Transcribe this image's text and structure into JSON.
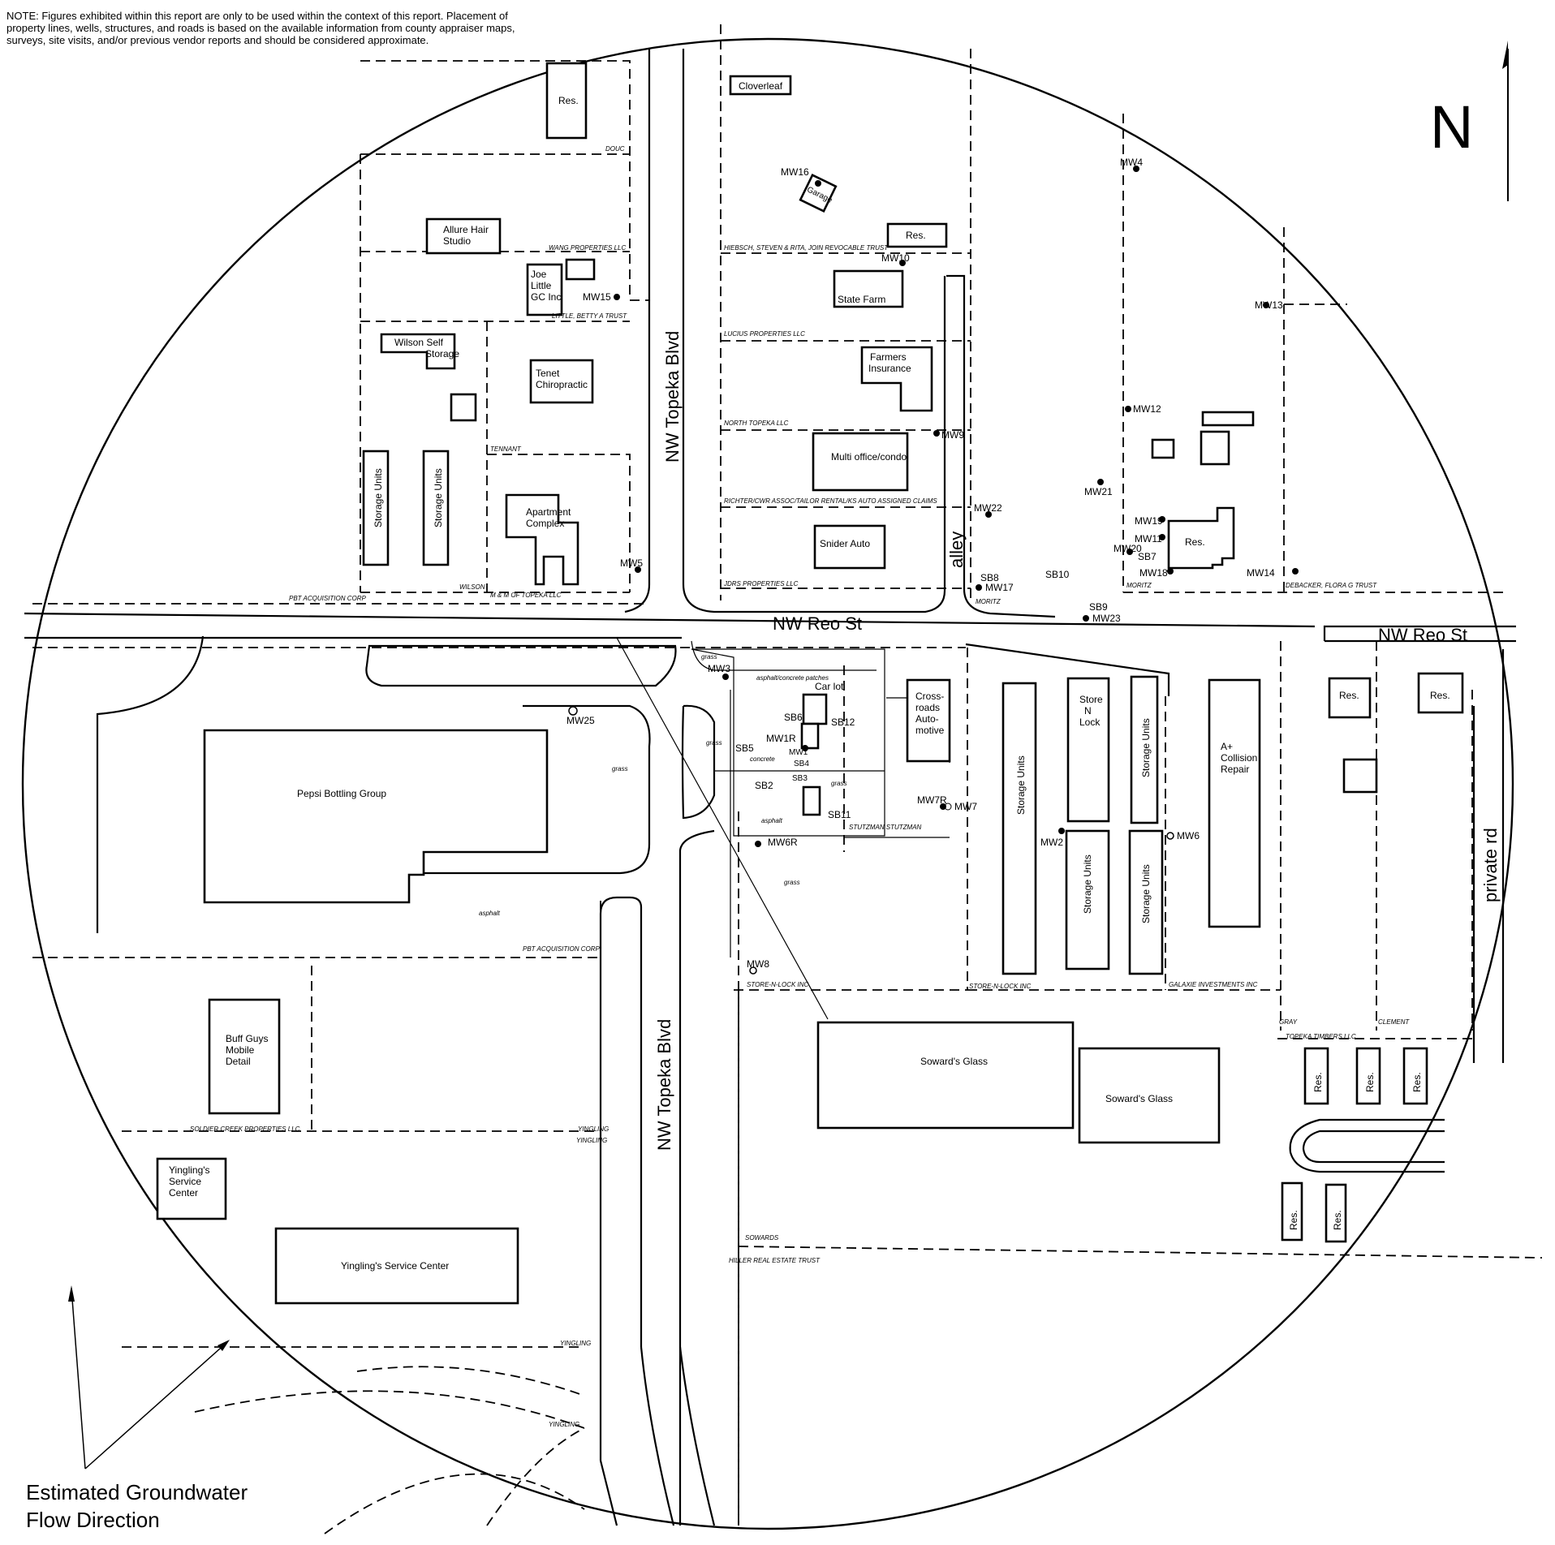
{
  "note": "NOTE: Figures exhibited within this report are only to be used within the context of this report. Placement of property lines, wells, structures, and roads is based on the available information from county appraiser maps, surveys, site visits, and/or previous vendor reports and should be considered approximate.",
  "north": "N",
  "flow_label": [
    "Estimated Groundwater",
    "Flow Direction"
  ],
  "roads": {
    "reo_main": "NW Reo St",
    "reo_east": "NW Reo St",
    "topeka_north": "NW Topeka Blvd",
    "topeka_south": "NW Topeka Blvd",
    "alley": "alley",
    "private": "private rd"
  },
  "buildings": {
    "res1": "Res.",
    "cloverleaf": "Cloverleaf",
    "garage": "Garage",
    "res2": "Res.",
    "allure": [
      "Allure Hair",
      "Studio"
    ],
    "joe": [
      "Joe",
      "Little",
      "GC Inc"
    ],
    "wilson": [
      "Wilson Self",
      "Storage"
    ],
    "tenet": [
      "Tenet",
      "Chiropractic"
    ],
    "state_farm": "State Farm",
    "farmers": [
      "Farmers",
      "Insurance"
    ],
    "multi": "Multi office/condo",
    "snider": "Snider Auto",
    "storage_a": "Storage Units",
    "storage_b": "Storage Units",
    "apartment": [
      "Apartment",
      "Complex"
    ],
    "res_east": "Res.",
    "pepsi": "Pepsi Bottling Group",
    "carlot": "Car lot",
    "crossroads": [
      "Cross-",
      "roads",
      "Auto-",
      "motive"
    ],
    "storage_c": "Storage Units",
    "store_n_lock": [
      "Store",
      "N",
      "Lock"
    ],
    "storage_d": "Storage Units",
    "storage_e": "Storage Units",
    "storage_f": "Storage Units",
    "collision": [
      "A+",
      "Collision",
      "Repair"
    ],
    "res3": "Res.",
    "res4": "Res.",
    "buff": [
      "Buff Guys",
      "Mobile",
      "Detail"
    ],
    "sowards1": "Soward's Glass",
    "sowards2": "Soward's Glass",
    "yingling_small": [
      "Yingling's",
      "Service",
      "Center"
    ],
    "yingling_big": "Yingling's Service Center",
    "res5": "Res.",
    "res6": "Res.",
    "res7": "Res.",
    "res8": "Res.",
    "res9": "Res."
  },
  "parcels": {
    "douc": "DOUC",
    "wang": "WANG PROPERTIES LLC",
    "little": "LITTLE, BETTY A TRUST",
    "tennant": "TENNANT",
    "wilson": "WILSON",
    "mm": "M & M OF TOPEKA LLC",
    "pbt": "PBT ACQUISITION CORP",
    "hiebsch": "HIEBSCH, STEVEN & RITA, JOIN REVOCABLE TRUST",
    "lucius": "LUCIUS PROPERTIES LLC",
    "north_topeka": "NORTH TOPEKA LLC",
    "richter": "RICHTER/CWR ASSOC/TAILOR RENTAL/KS AUTO ASSIGNED CLAIMS",
    "jdrs": "JDRS PROPERTIES LLC",
    "moritz1": "MORITZ",
    "moritz2": "MORITZ",
    "debacker": "DEBACKER, FLORA G TRUST",
    "stutzman": "STUTZMAN STUTZMAN",
    "pbt2": "PBT ACQUISITION CORP",
    "store_n_lock_inc": "STORE-N-LOCK INC",
    "store_n_lock_inc2": "STORE-N-LOCK INC",
    "galaxie": "GALAXIE INVESTMENTS INC",
    "gray": "GRAY",
    "clement": "CLEMENT",
    "topeka_timbers": "TOPEKA TIMBERS LLC",
    "soldier": "SOLDIER CREEK PROPERTIES LLC",
    "yingling1": "YINGLING",
    "yingling2": "YINGLING",
    "yingling3": "YINGLING",
    "yingling4": "YINGLING",
    "sowards": "SOWARDS",
    "hiller": "HILLER REAL ESTATE TRUST"
  },
  "surfaces": {
    "grass1": "grass",
    "grass2": "grass",
    "grass3": "grass",
    "grass4": "grass",
    "grass5": "grass",
    "asphalt1": "asphalt",
    "asphalt2": "asphalt",
    "concrete": "concrete",
    "patches": "asphalt/concrete patches"
  },
  "wells": {
    "mw1r": "MW1R",
    "mw2": "MW2",
    "mw3": "MW3",
    "mw4": "MW4",
    "mw5": "MW5",
    "mw6": "MW6",
    "mw6r": "MW6R",
    "mw7": "MW7",
    "mw7r": "MW7R",
    "mw8": "MW8",
    "mw9": "MW9",
    "mw10": "MW10",
    "mw11": "MW11",
    "mw12": "MW12",
    "mw13": "MW13",
    "mw14": "MW14",
    "mw15": "MW15",
    "mw16": "MW16",
    "mw17": "MW17",
    "mw18": "MW18",
    "mw19": "MW19",
    "mw20": "MW20",
    "mw21": "MW21",
    "mw22": "MW22",
    "mw23": "MW23",
    "mw25": "MW25",
    "mw_sb": "MW1"
  },
  "borings": {
    "sb2": "SB2",
    "sb5": "SB5",
    "sb6": "SB6",
    "sb7": "SB7",
    "sb8": "SB8",
    "sb9": "SB9",
    "sb10": "SB10",
    "sb11": "SB11",
    "sb12": "SB12",
    "sb3": "SB3",
    "sb4": "SB4"
  }
}
